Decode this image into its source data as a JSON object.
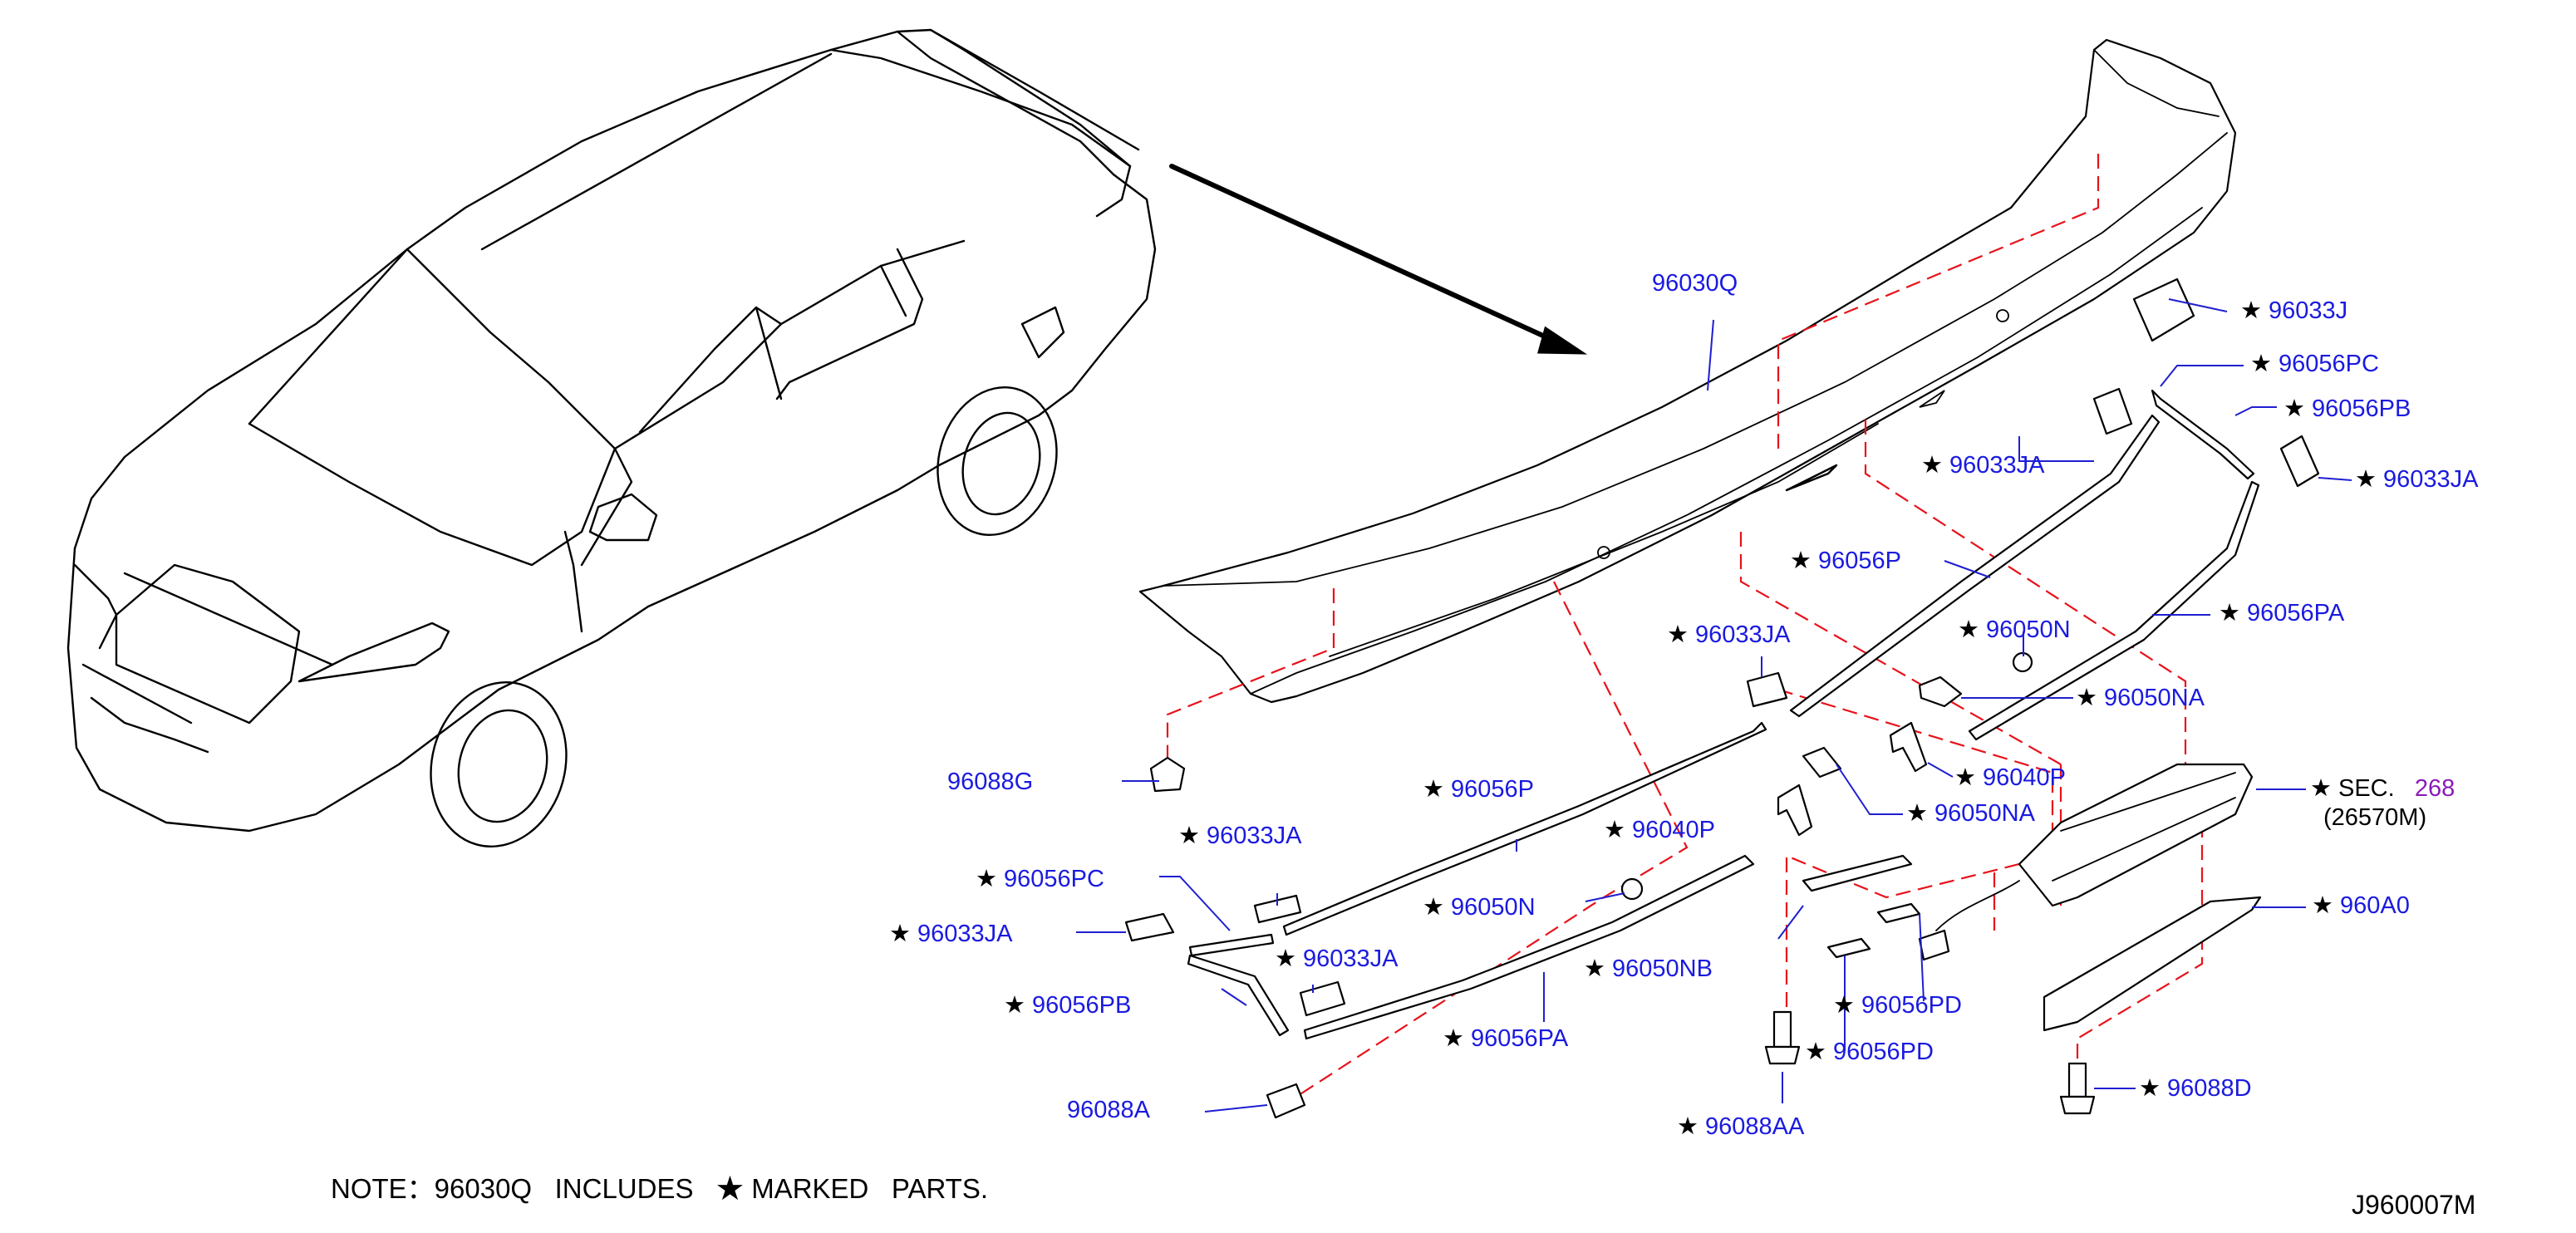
{
  "diagram": {
    "drawing_code": "J960007M",
    "note": {
      "prefix": "NOTE",
      "separator": "：",
      "part": "96030Q",
      "includes": "INCLUDES",
      "star": "★",
      "rest": "MARKED   PARTS."
    },
    "labels": {
      "p96030Q": {
        "text": "96030Q",
        "starred": false
      },
      "p96033J": {
        "text": "96033J",
        "starred": true
      },
      "p96056PC_r": {
        "text": "96056PC",
        "starred": true
      },
      "p96056PB_r": {
        "text": "96056PB",
        "starred": true
      },
      "p96033JA_r1": {
        "text": "96033JA",
        "starred": true
      },
      "p96033JA_r2": {
        "text": "96033JA",
        "starred": true
      },
      "p96056P_r": {
        "text": "96056P",
        "starred": true
      },
      "p96033JA_m": {
        "text": "96033JA",
        "starred": true
      },
      "p96050N_r": {
        "text": "96050N",
        "starred": true
      },
      "p96056PA_r": {
        "text": "96056PA",
        "starred": true
      },
      "p96050NA_r": {
        "text": "96050NA",
        "starred": true
      },
      "p96040P_r": {
        "text": "96040P",
        "starred": true
      },
      "p96050NA_m": {
        "text": "96050NA",
        "starred": true
      },
      "p96088G": {
        "text": "96088G",
        "starred": false
      },
      "p96056P_l": {
        "text": "96056P",
        "starred": true
      },
      "p96033JA_l1": {
        "text": "96033JA",
        "starred": true
      },
      "p96040P_l": {
        "text": "96040P",
        "starred": true
      },
      "p96056PC_l": {
        "text": "96056PC",
        "starred": true
      },
      "p96050N_l": {
        "text": "96050N",
        "starred": true
      },
      "p96033JA_l2": {
        "text": "96033JA",
        "starred": true
      },
      "p96033JA_l3": {
        "text": "96033JA",
        "starred": true
      },
      "p96050NB": {
        "text": "96050NB",
        "starred": true
      },
      "p96056PB_l": {
        "text": "96056PB",
        "starred": true
      },
      "p96056PA_l": {
        "text": "96056PA",
        "starred": true
      },
      "p96056PD_1": {
        "text": "96056PD",
        "starred": true
      },
      "p96056PD_2": {
        "text": "96056PD",
        "starred": true
      },
      "p96088A": {
        "text": "96088A",
        "starred": false
      },
      "p96088AA": {
        "text": "96088AA",
        "starred": true
      },
      "p960A0": {
        "text": "960A0",
        "starred": true
      },
      "p96088D": {
        "text": "96088D",
        "starred": true
      }
    },
    "sec_ref": {
      "star": "★",
      "prefix": "SEC.",
      "number": "268",
      "sub": "(26570M)"
    },
    "colors": {
      "label": "#1a1ae0",
      "leader": "#1f1fd0",
      "dashed_guide": "#e8121a",
      "section_ref": "#8a1ab8",
      "outline": "#000000"
    }
  }
}
